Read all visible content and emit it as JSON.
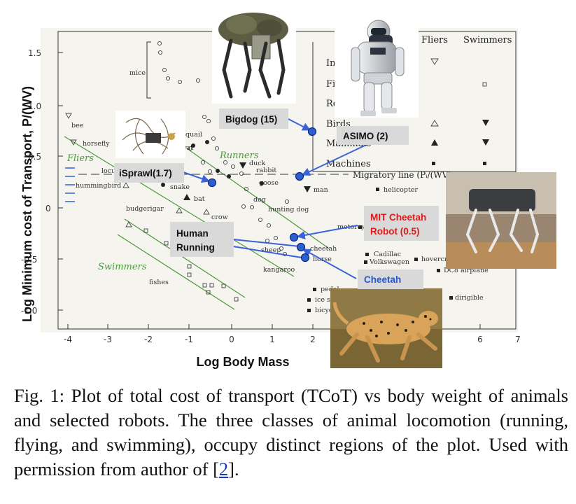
{
  "figure": {
    "ylabel": "Log Minimum cost of Transport, P/(WV)",
    "xlabel": "Log Body Mass",
    "x_ticks": [
      "-4",
      "-3",
      "-2",
      "-1",
      "0",
      "1",
      "2",
      "6",
      "7"
    ],
    "y_ticks": [
      "1.5",
      "1.0",
      "0.5",
      "0",
      "-0.5",
      "-1.0"
    ],
    "region_labels": {
      "runners": "Runners",
      "fliers": "Fliers",
      "swimmers": "Swimmers"
    },
    "animals": [
      "mice",
      "bee",
      "horsefly",
      "locust",
      "hummingbird",
      "budgerigar",
      "fishes",
      "rat",
      "quail",
      "snake",
      "bat",
      "duck",
      "rabbit",
      "goose",
      "crow",
      "dog",
      "hunting dog",
      "man",
      "sheep",
      "kangaroo",
      "cheetah",
      "horse",
      "motorcycle",
      "Cadillac",
      "Volkswagen",
      "hovercraft",
      "DC8 airplane",
      "helicopter",
      "pedal",
      "ice skater",
      "bicycle",
      "dirigible"
    ],
    "migratory_line": "Migratory line (Pᵢ/(WV)",
    "legend": {
      "headers": [
        "Fliers",
        "Swimmers"
      ],
      "rows": [
        "Insects",
        "Fish",
        "Reptiles",
        "Birds",
        "Mammals",
        "Machines"
      ]
    },
    "callouts": {
      "bigdog": "Bigdog (15)",
      "asimo": "ASIMO (2)",
      "isprawl": "iSprawl(1.7)",
      "human": [
        "Human",
        "Running"
      ],
      "cheetah_robot": [
        "MIT Cheetah",
        "Robot (0.5)"
      ],
      "cheetah": "Cheetah"
    },
    "colors": {
      "callout_bg": "#d9d9d9",
      "arrow": "#3a63d8",
      "red": "#e01a1a",
      "blue": "#2458d8",
      "green": "#4a9a3a"
    }
  },
  "caption": {
    "text": "Fig. 1: Plot of total cost of transport (TCoT) vs body weight of animals and selected robots. The three classes of animal locomotion (running, flying, and swimming), occupy distinct regions of the plot. Used with permission from author of ",
    "ref": "2",
    "end": "."
  }
}
